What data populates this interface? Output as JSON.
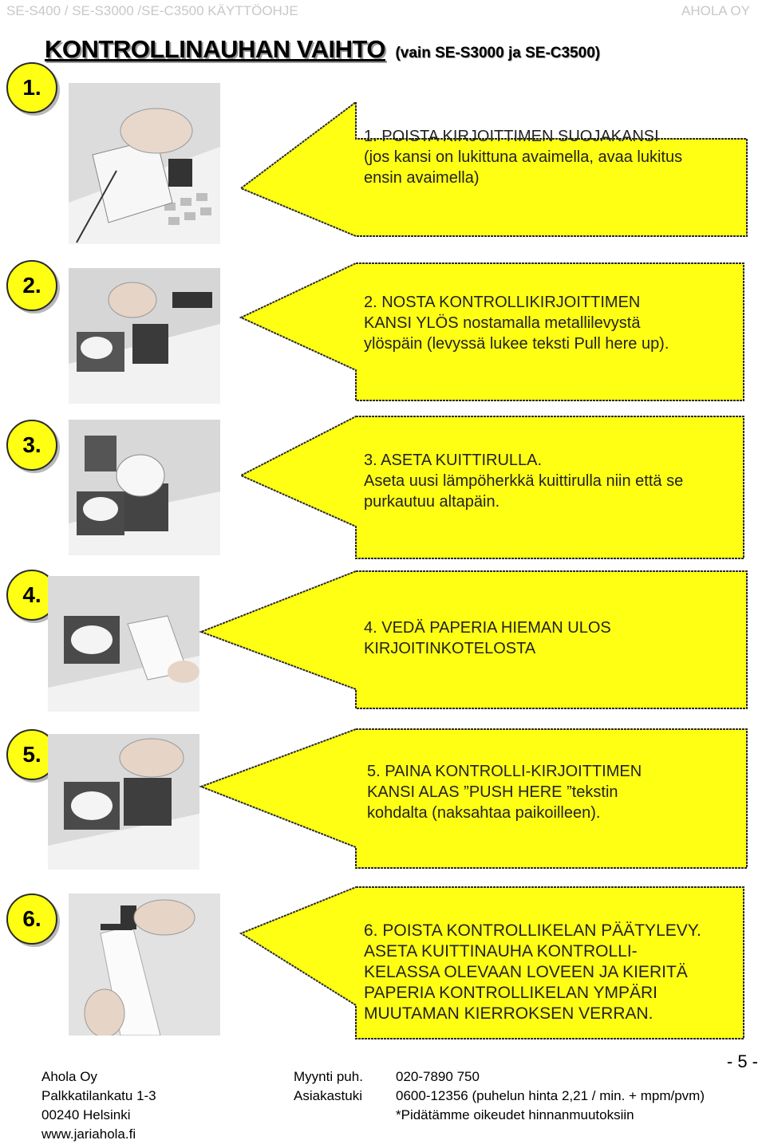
{
  "header": {
    "left": "SE-S400 / SE-S3000 /SE-C3500 KÄYTTÖOHJE",
    "right": "AHOLA OY"
  },
  "title": {
    "main": "KONTROLLINAUHAN VAIHTO",
    "sub": "(vain SE-S3000 ja SE-C3500)"
  },
  "steps": [
    {
      "badge": "1.",
      "lines": [
        "1.  POISTA KIRJOITTIMEN SUOJAKANSI",
        "(jos kansi on lukittuna avaimella, avaa lukitus",
        "ensin avaimella)"
      ]
    },
    {
      "badge": "2.",
      "lines": [
        "2. NOSTA KONTROLLIKIRJOITTIMEN",
        "KANSI YLÖS nostamalla metallilevystä",
        "ylöspäin (levyssä lukee teksti Pull here up)."
      ]
    },
    {
      "badge": "3.",
      "lines": [
        "3. ASETA KUITTIRULLA.",
        "Aseta uusi lämpöherkkä kuittirulla niin että se",
        "purkautuu altapäin."
      ]
    },
    {
      "badge": "4.",
      "lines": [
        "4. VEDÄ PAPERIA HIEMAN ULOS",
        "KIRJOITINKOTELOSTA"
      ]
    },
    {
      "badge": "5.",
      "lines": [
        "5. PAINA KONTROLLI-KIRJOITTIMEN",
        "KANSI ALAS  ”PUSH HERE ”tekstin",
        "kohdalta (naksahtaa paikoilleen)."
      ]
    },
    {
      "badge": "6.",
      "lines": [
        "6. POISTA KONTROLLIKELAN PÄÄTYLEVY.",
        "ASETA KUITTINAUHA KONTROLLI-",
        "KELASSA OLEVAAN LOVEEN JA KIERITÄ",
        "PAPERIA KONTROLLIKELAN YMPÄRI",
        "MUUTAMAN KIERROKSEN VERRAN."
      ]
    }
  ],
  "footer": {
    "company": [
      "Ahola Oy",
      "Palkkatilankatu 1-3",
      "00240 Helsinki",
      "www.jariahola.fi"
    ],
    "contact_labels": [
      "Myynti puh.",
      "Asiakastuki"
    ],
    "contact_values": [
      "020-7890 750",
      "0600-12356 (puhelun hinta 2,21 / min. + mpm/pvm)",
      "*Pidätämme oikeudet hinnanmuutoksiin"
    ],
    "page_number": "- 5 -"
  },
  "colors": {
    "arrow_fill": "#ffff14",
    "arrow_stroke": "#2a2a2a",
    "badge_fill": "#ffff14"
  }
}
